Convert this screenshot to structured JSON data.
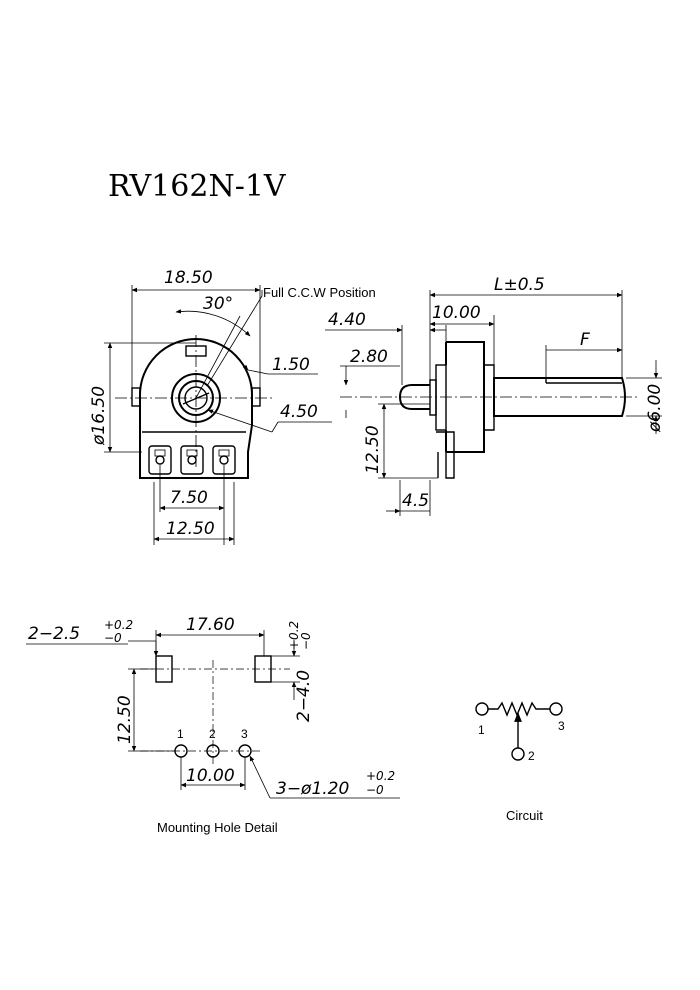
{
  "title": "RV162N-1V",
  "front_view": {
    "width_dim": "18.50",
    "angle": "30°",
    "ccw_label": "Full C.C.W Position",
    "tab_dim": "1.50",
    "diameter_dim": "ø16.50",
    "shaft_dim": "4.50",
    "pin_pitch_dim": "7.50",
    "pin_span_dim": "12.50"
  },
  "side_view": {
    "length_dim": "L±0.5",
    "body_dim": "10.00",
    "bush_dim": "4.40",
    "dim_2_80": "2.80",
    "flat_dim": "F",
    "shaft_dia_dim": "ø6.00",
    "height_dim": "12.50",
    "pin_dim": "4.5"
  },
  "mounting": {
    "slot_dim": "2−2.5",
    "slot_tol_upper": "+0.2",
    "slot_tol_lower": "−0",
    "span_dim": "17.60",
    "slot_len_dim": "2−4.0",
    "slot_len_tol_upper": "+0.2",
    "slot_len_tol_lower": "−0",
    "height_dim": "12.50",
    "pin_labels": [
      "1",
      "2",
      "3"
    ],
    "pitch_dim": "10.00",
    "hole_dim": "3−ø1.20",
    "hole_tol_upper": "+0.2",
    "hole_tol_lower": "−0",
    "caption": "Mounting Hole Detail"
  },
  "circuit": {
    "pin1": "1",
    "pin2": "2",
    "pin3": "3",
    "caption": "Circuit"
  }
}
